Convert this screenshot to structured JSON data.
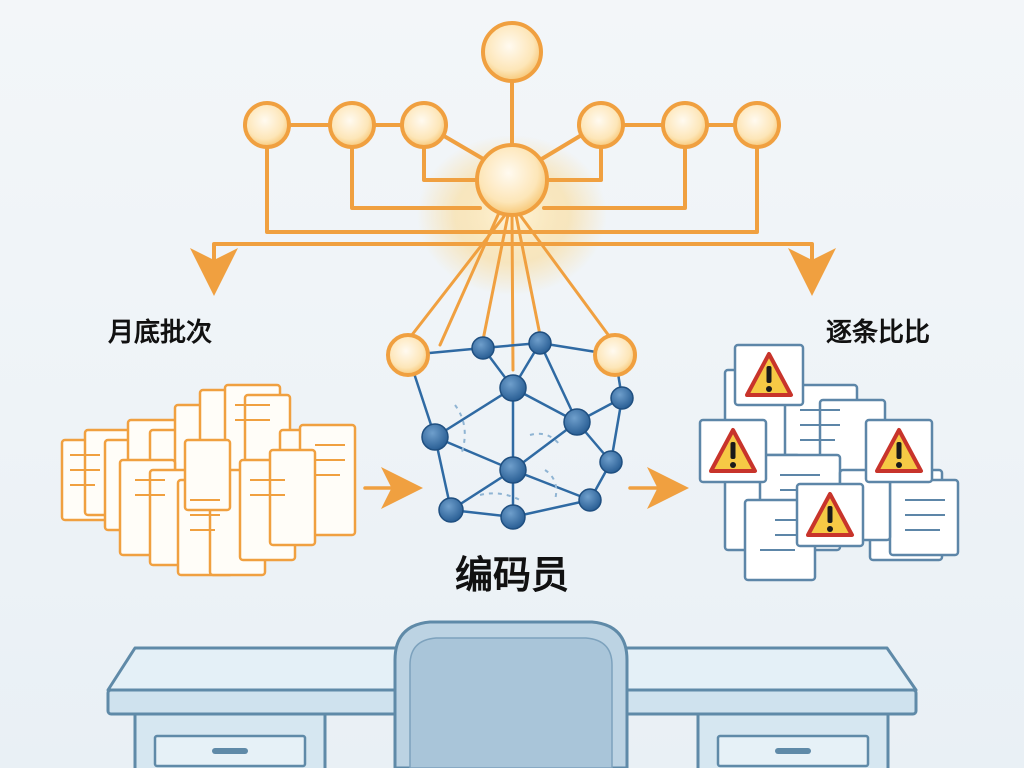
{
  "labels": {
    "left": "月底批次",
    "right": "逐条比比",
    "center": "编码员"
  },
  "colors": {
    "orange": "#f0a040",
    "orange_fill": "#fde2b0",
    "blue": "#2f6aa3",
    "blue_light": "#8fb4d3",
    "doc_blue": "#5d86a8",
    "warning_red": "#c8342b",
    "warning_yellow": "#f6c945",
    "desk": "#dcebf4",
    "desk_edge": "#5f8aa8"
  },
  "icons": {
    "hierarchy": "org-hierarchy-icon",
    "network": "neural-network-icon",
    "documents_left": "document-stack-icon",
    "documents_right": "warning-document-stack-icon",
    "warning": "warning-triangle-icon",
    "arrow": "arrow-right-icon",
    "desk": "desk-icon",
    "chair": "chair-icon"
  }
}
